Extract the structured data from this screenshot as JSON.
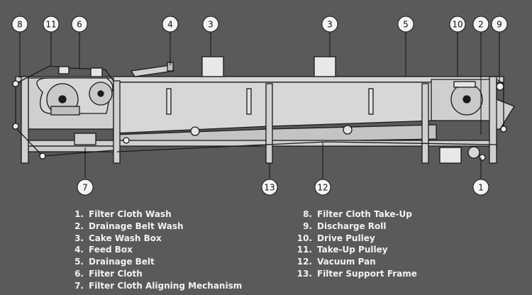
{
  "callouts": [
    {
      "id": "c8",
      "number": "8"
    },
    {
      "id": "c11",
      "number": "11"
    },
    {
      "id": "c6",
      "number": "6"
    },
    {
      "id": "c4",
      "number": "4"
    },
    {
      "id": "c3a",
      "number": "3"
    },
    {
      "id": "c3b",
      "number": "3"
    },
    {
      "id": "c5",
      "number": "5"
    },
    {
      "id": "c10",
      "number": "10"
    },
    {
      "id": "c2",
      "number": "2"
    },
    {
      "id": "c9",
      "number": "9"
    },
    {
      "id": "c7",
      "number": "7"
    },
    {
      "id": "c13",
      "number": "13"
    },
    {
      "id": "c12",
      "number": "12"
    },
    {
      "id": "c1",
      "number": "1"
    }
  ],
  "legend": {
    "left": [
      {
        "number": "1.",
        "label": "Filter Cloth Wash"
      },
      {
        "number": "2.",
        "label": "Drainage Belt Wash"
      },
      {
        "number": "3.",
        "label": "Cake Wash Box"
      },
      {
        "number": "4.",
        "label": "Feed Box"
      },
      {
        "number": "5.",
        "label": "Drainage Belt"
      },
      {
        "number": "6.",
        "label": "Filter Cloth"
      },
      {
        "number": "7.",
        "label": "Filter Cloth Aligning Mechanism"
      }
    ],
    "right": [
      {
        "number": "8.",
        "label": "Filter Cloth Take-Up"
      },
      {
        "number": "9.",
        "label": "Discharge Roll"
      },
      {
        "number": "10.",
        "label": "Drive Pulley"
      },
      {
        "number": "11.",
        "label": "Take-Up Pulley"
      },
      {
        "number": "12.",
        "label": "Vacuum Pan"
      },
      {
        "number": "13.",
        "label": "Filter Support Frame"
      }
    ]
  },
  "colors": {
    "background": "#5a5a5d",
    "machine_fill": "#d7d7d9",
    "machine_dark": "#c4c4c7",
    "outline": "#1a1a1a",
    "callout_fill": "#f4f4f4",
    "legend_text": "#f2f2f2"
  }
}
